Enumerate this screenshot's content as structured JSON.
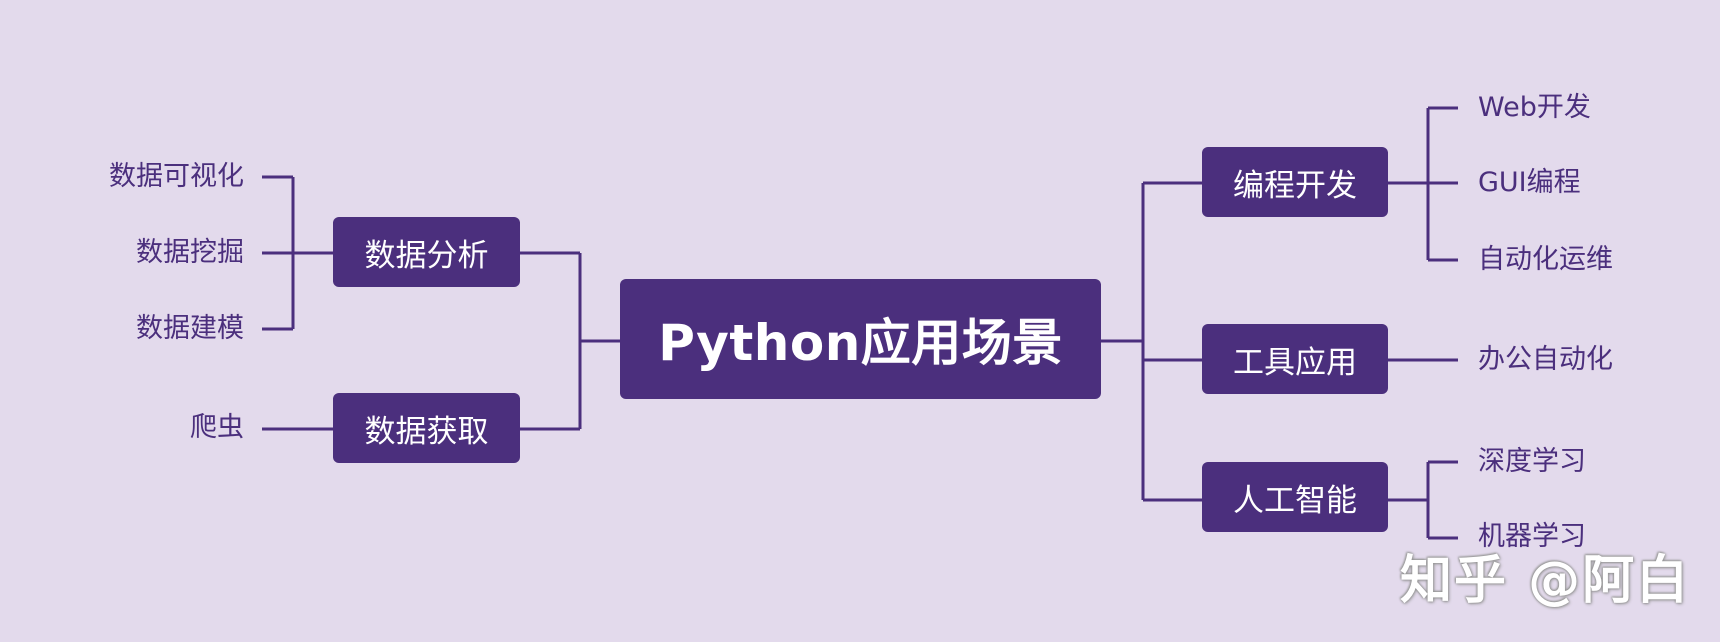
{
  "root": {
    "label": "Python应用场景"
  },
  "left_branches": [
    {
      "label": "数据分析",
      "children": [
        "数据可视化",
        "数据挖掘",
        "数据建模"
      ]
    },
    {
      "label": "数据获取",
      "children": [
        "爬虫"
      ]
    }
  ],
  "right_branches": [
    {
      "label": "编程开发",
      "children": [
        "Web开发",
        "GUI编程",
        "自动化运维"
      ]
    },
    {
      "label": "工具应用",
      "children": [
        "办公自动化"
      ]
    },
    {
      "label": "人工智能",
      "children": [
        "深度学习",
        "机器学习"
      ]
    }
  ],
  "watermark": "知乎 @阿白",
  "colors": {
    "background": "#e3daec",
    "node_fill": "#4b2f7d",
    "node_text": "#ffffff",
    "leaf_text": "#4b2f7d",
    "connector": "#4b2f7d"
  }
}
